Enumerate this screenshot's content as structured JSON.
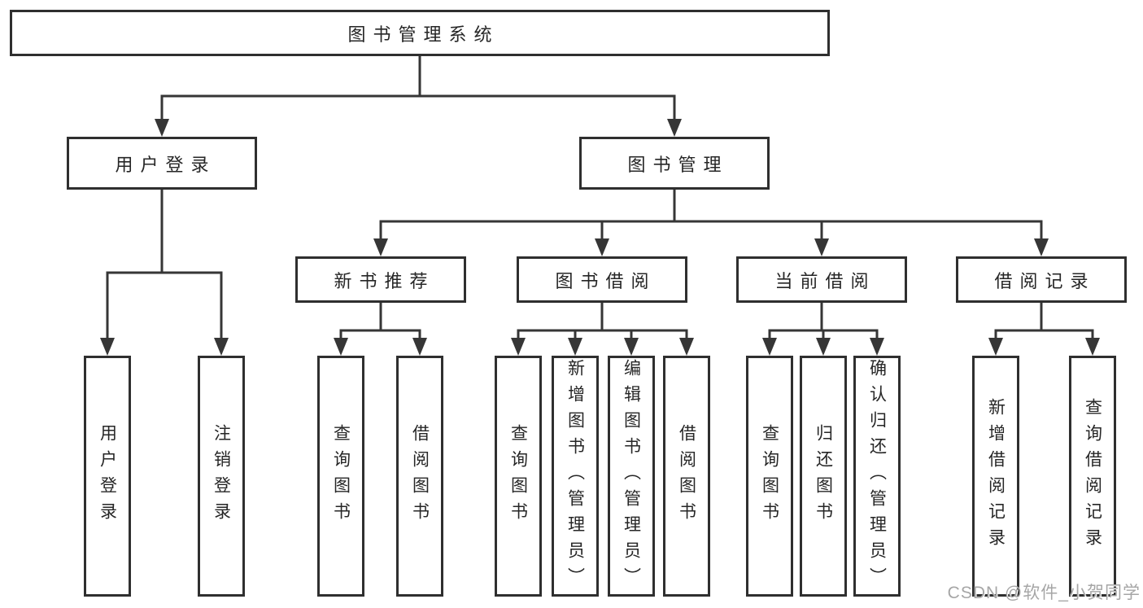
{
  "diagram": {
    "root": {
      "label": "图书管理系统"
    },
    "level1": [
      {
        "label": "用户登录"
      },
      {
        "label": "图书管理"
      }
    ],
    "level2": [
      {
        "label": "新书推荐"
      },
      {
        "label": "图书借阅"
      },
      {
        "label": "当前借阅"
      },
      {
        "label": "借阅记录"
      }
    ],
    "leaves": {
      "user_login": [
        {
          "label": "用户登录"
        },
        {
          "label": "注销登录"
        }
      ],
      "new_book_recommend": [
        {
          "label": "查询图书"
        },
        {
          "label": "借阅图书"
        }
      ],
      "book_borrow": [
        {
          "label": "查询图书"
        },
        {
          "label": "新增图书（管理员）"
        },
        {
          "label": "编辑图书（管理员）"
        },
        {
          "label": "借阅图书"
        }
      ],
      "current_borrow": [
        {
          "label": "查询图书"
        },
        {
          "label": "归还图书"
        },
        {
          "label": "确认归还（管理员）"
        }
      ],
      "borrow_record": [
        {
          "label": "新增借阅记录"
        },
        {
          "label": "查询借阅记录"
        }
      ]
    }
  },
  "watermark": {
    "text": "CSDN @软件_小贺同学"
  },
  "colors": {
    "line": "#363636",
    "box_border": "#2f2f2f",
    "box_fill": "#ffffff",
    "text": "#262626",
    "watermark": "#a6a6a6",
    "background": "#ffffff"
  }
}
